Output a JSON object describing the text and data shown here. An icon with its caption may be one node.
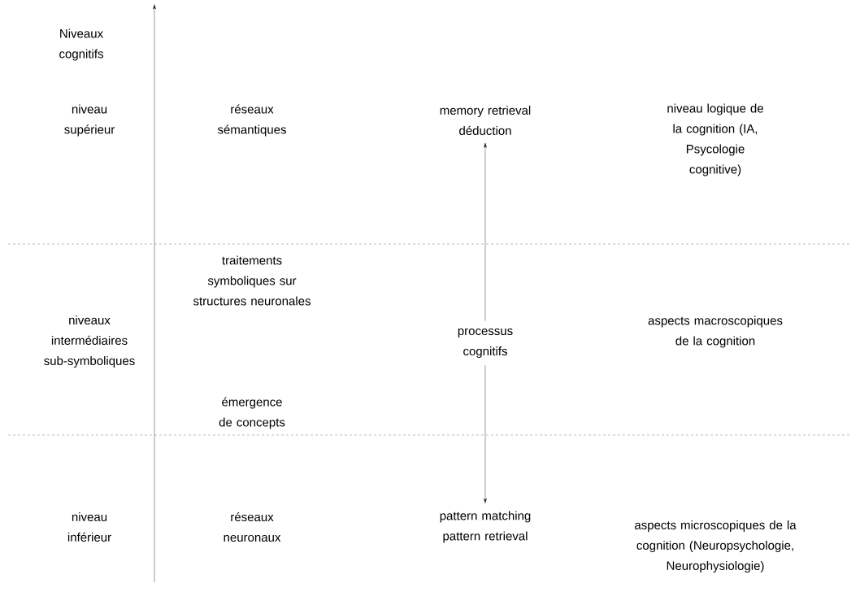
{
  "diagram": {
    "nodes": [
      {
        "text": [
          "memory retrieval déduction"
        ]
      },
      {
        "text": [
          "processus cognitifs"
        ]
      },
      {
        "text": [
          "pattern matching pattern retrieval"
        ]
      }
    ],
    "edges": [
      {
        "from": 1,
        "to": 0,
        "arrow": "to"
      },
      {
        "from": 1,
        "to": 2,
        "arrow": "to"
      }
    ],
    "labels": [
      "Niveaux cognitifs",
      "niveau supérieur",
      "réseaux sémantiques",
      "niveau logique de la cognition (IA, Psycologie cognitive)",
      "traitements symboliques sur structures neuronales",
      "niveaux intermédiaires sub-symboliques",
      "aspects macroscopiques de la cognition",
      "émergence de concepts",
      "niveau inférieur",
      "réseaux neuronaux",
      "aspects microscopiques de la cognition (Neuropsychologie, Neurophysiologie)"
    ]
  }
}
